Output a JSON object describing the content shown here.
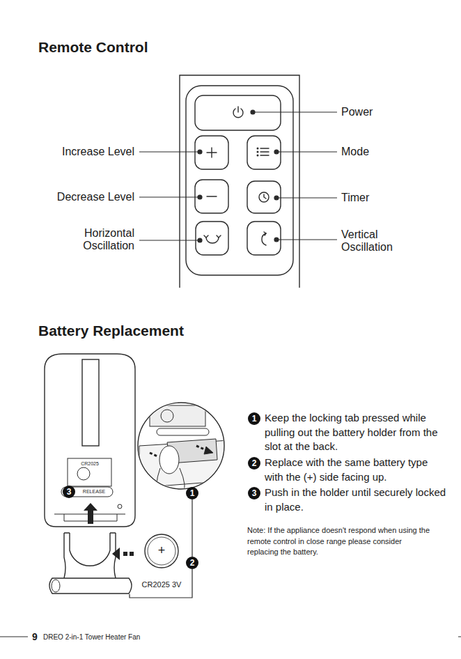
{
  "diagram": {
    "title": "Remote Control",
    "labels": [
      "Increase Level",
      "Decrease Level",
      "Horizontal Oscillation",
      "Power",
      "Mode",
      "Timer",
      "Vertical Oscillation",
      "Battery Replacement",
      "CR2025",
      "RELEASE",
      "3",
      "1",
      "2",
      "+",
      "CR2025 3V",
      "1",
      "Keep the locking tab pressed while pulling out the battery holder from the slot at the back.",
      "2",
      "Replace with the same battery type with the (+) side facing up.",
      "3",
      "Push in the holder until securely locked in place.",
      "Note: If the appliance doesn't respond when using the remote control in close range please consider replacing the battery.",
      "9",
      "DREO 2-in-1 Tower Heater Fan"
    ]
  }
}
